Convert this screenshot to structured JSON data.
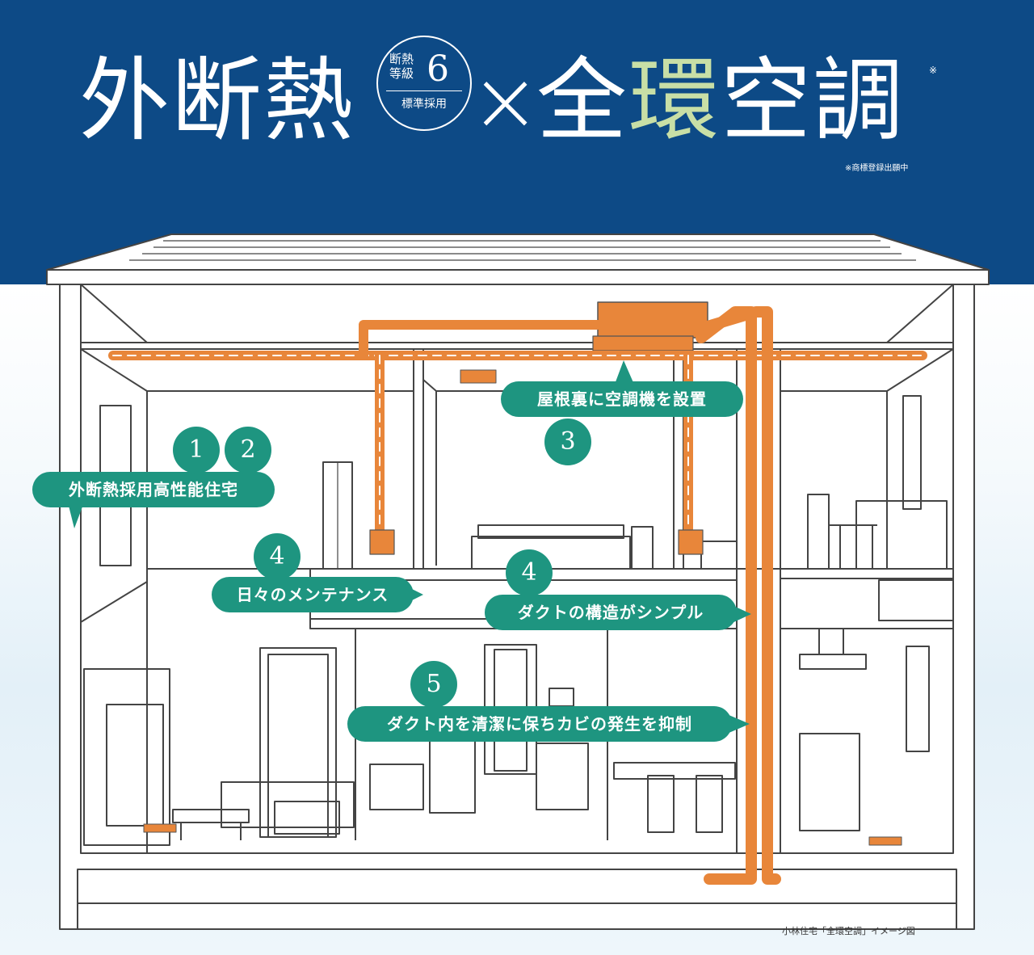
{
  "header": {
    "title_left": "外断熱",
    "times": "×",
    "title_right_1": "全",
    "title_right_accent": "環",
    "title_right_2": "空調",
    "trademark_mark": "※",
    "trademark_note": "※商標登録出願中"
  },
  "badge": {
    "line1": "断熱",
    "line2": "等級",
    "grade": "6",
    "line3": "標準採用"
  },
  "callouts": {
    "c12": "外断熱採用高性能住宅",
    "c3": "屋根裏に空調機を設置",
    "c4a": "日々のメンテナンス",
    "c4b": "ダクトの構造がシンプル",
    "c5": "ダクト内を清潔に保ちカビの発生を抑制"
  },
  "numbers": {
    "n1": "1",
    "n2": "2",
    "n3": "3",
    "n4a": "4",
    "n4b": "4",
    "n5": "5"
  },
  "caption": "小林住宅「全環空調」イメージ図",
  "colors": {
    "band": "#0d4a86",
    "accent_green_text": "#c8dfa6",
    "callout_teal": "#1e9580",
    "duct_orange": "#e8863a"
  }
}
